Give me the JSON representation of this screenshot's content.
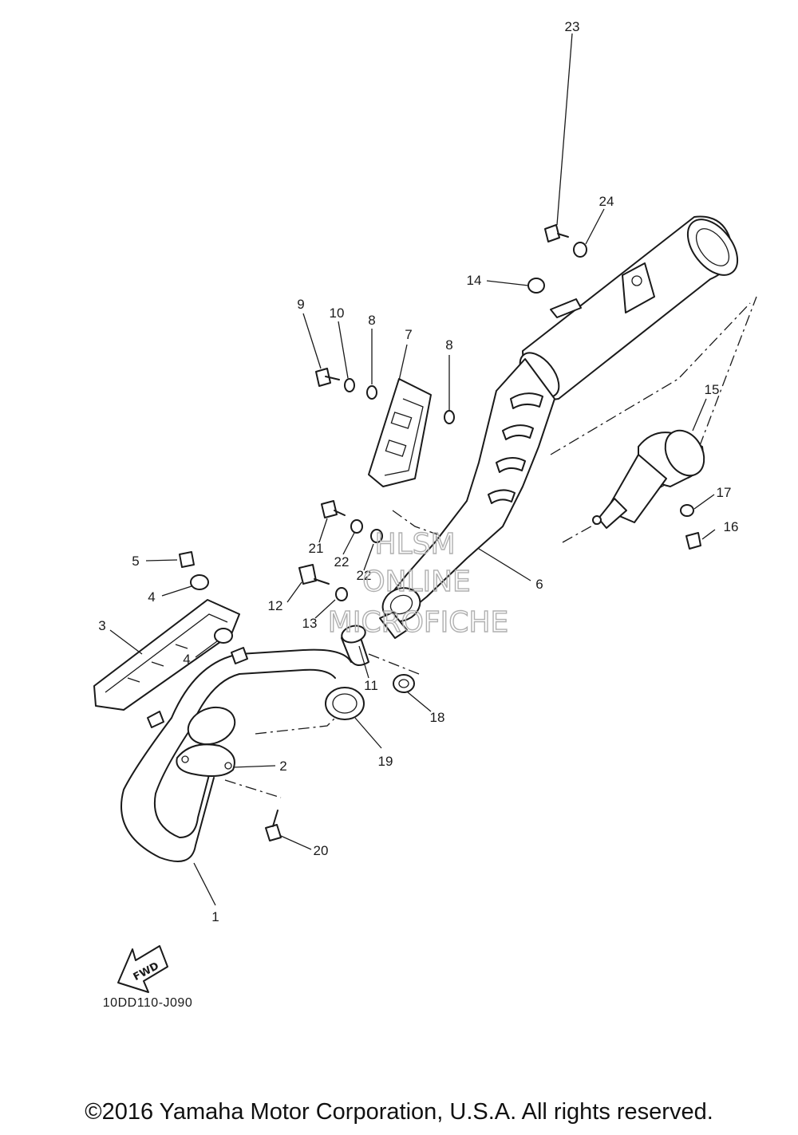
{
  "diagram": {
    "part_labels": [
      "1",
      "2",
      "3",
      "4",
      "4",
      "5",
      "6",
      "7",
      "8",
      "8",
      "9",
      "10",
      "11",
      "12",
      "13",
      "14",
      "15",
      "16",
      "17",
      "18",
      "19",
      "20",
      "21",
      "22",
      "22",
      "23",
      "24"
    ],
    "reference_code": "10DD110-J090",
    "fwd_label": "FWD",
    "watermark": [
      "HLSM",
      "ONLINE",
      "MICROFICHE"
    ],
    "copyright": "©2016 Yamaha Motor Corporation, U.S.A. All rights reserved."
  }
}
